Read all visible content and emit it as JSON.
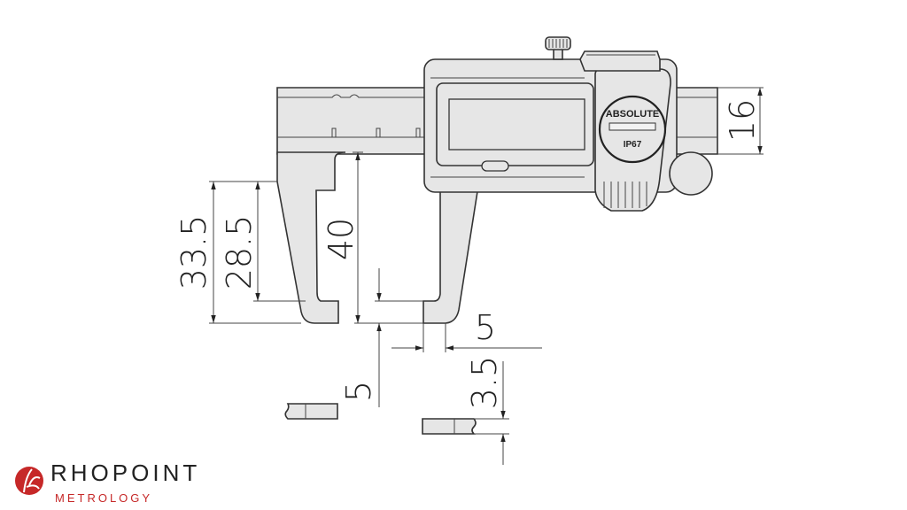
{
  "dimensions": {
    "outer_jaw_depth": "33.5",
    "inner_jaw_depth": "28.5",
    "jaw_length": "40",
    "beam_height": "16",
    "tip_width": "5",
    "tip_length": "5",
    "tip_thickness": "3.5"
  },
  "caliper": {
    "badge_text": "ABSOLUTE",
    "ip_text": "IP67"
  },
  "logo": {
    "name": "RHOPOINT",
    "subtitle": "METROLOGY",
    "accent_color": "#c62828"
  }
}
